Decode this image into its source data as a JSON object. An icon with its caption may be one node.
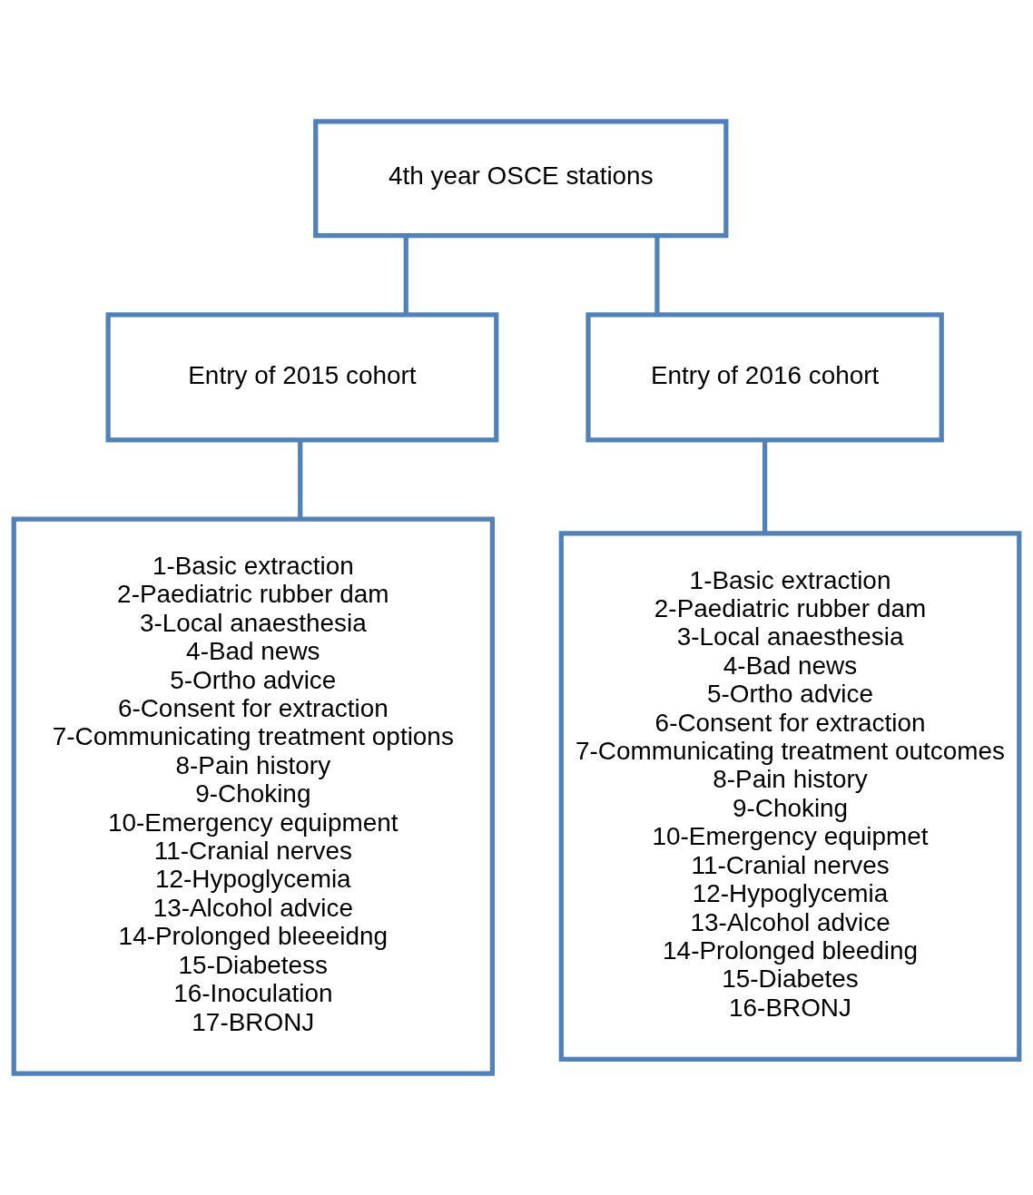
{
  "diagram": {
    "nodes": [
      {
        "text": [
          "4th year OSCE stations"
        ]
      },
      {
        "text": [
          "Entry of 2015 cohort"
        ]
      },
      {
        "text": [
          "Entry of 2016 cohort"
        ]
      },
      {
        "text": [
          "1-Basic extraction",
          "2-Paediatric rubber dam",
          "3-Local anaesthesia",
          "4-Bad news",
          "5-Ortho advice",
          "6-Consent for extraction",
          "7-Communicating treatment options",
          "8-Pain history",
          "9-Choking",
          "10-Emergency equipment",
          "11-Cranial nerves",
          "12-Hypoglycemia",
          "13-Alcohol advice",
          "14-Prolonged bleeeidng",
          "15-Diabetess",
          "16-Inoculation",
          "17-BRONJ"
        ]
      },
      {
        "text": [
          "1-Basic extraction",
          "2-Paediatric rubber dam",
          "3-Local anaesthesia",
          "4-Bad news",
          "5-Ortho advice",
          "6-Consent for extraction",
          "7-Communicating treatment outcomes",
          "8-Pain history",
          "9-Choking",
          "10-Emergency equipmet",
          "11-Cranial nerves",
          "12-Hypoglycemia",
          "13-Alcohol advice",
          "14-Prolonged bleeding",
          "15-Diabetes",
          "16-BRONJ"
        ]
      }
    ],
    "edges": [
      {
        "from": 0,
        "to": 1,
        "arrow": "none"
      },
      {
        "from": 0,
        "to": 2,
        "arrow": "none"
      },
      {
        "from": 1,
        "to": 3,
        "arrow": "none"
      },
      {
        "from": 2,
        "to": 4,
        "arrow": "none"
      }
    ]
  }
}
